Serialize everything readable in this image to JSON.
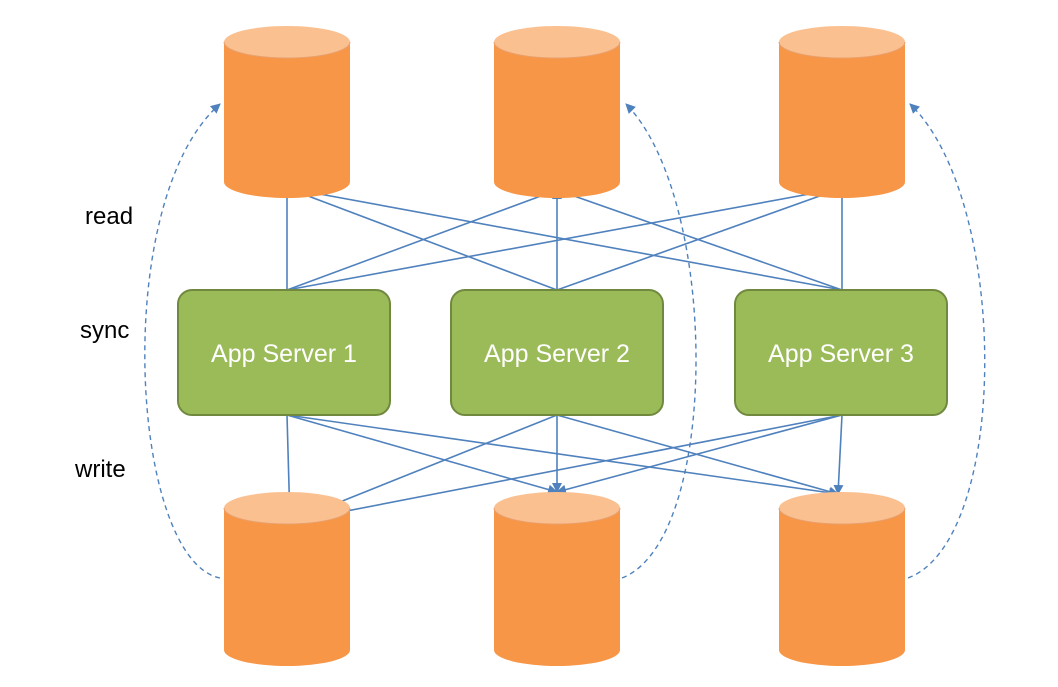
{
  "labels": {
    "read": "read",
    "sync": "sync",
    "write": "write"
  },
  "servers": [
    {
      "name": "App Server 1"
    },
    {
      "name": "App Server 2"
    },
    {
      "name": "App Server 3"
    }
  ],
  "read_databases": [
    {
      "id": "db-read-1"
    },
    {
      "id": "db-read-2"
    },
    {
      "id": "db-read-3"
    }
  ],
  "write_databases": [
    {
      "id": "db-write-1"
    },
    {
      "id": "db-write-2"
    },
    {
      "id": "db-write-3"
    }
  ],
  "colors": {
    "database_body": "#F79646",
    "database_top": "#FAC090",
    "server_fill": "#9BBB59",
    "server_border": "#71893F",
    "arrow": "#4F81BD",
    "text_dark": "#000000",
    "text_light": "#FFFFFF"
  }
}
